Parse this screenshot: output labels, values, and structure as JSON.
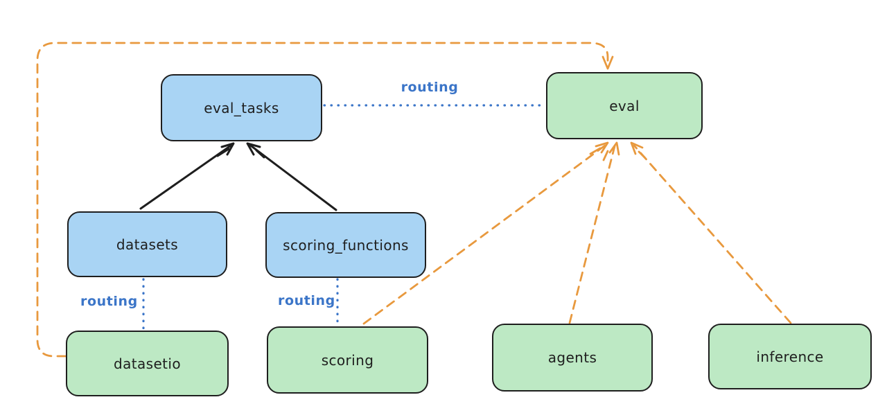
{
  "diagram": {
    "background": "#ffffff",
    "colors": {
      "node_stroke": "#1e1e1e",
      "blue_fill": "#a9d4f4",
      "green_fill": "#bde9c4",
      "solid_arrow": "#1e1e1e",
      "dashed_arrow": "#e8993e",
      "routing_line": "#3b75c8",
      "routing_text": "#3b75c8"
    },
    "nodes": [
      {
        "id": "eval_tasks",
        "label": "eval_tasks",
        "color": "blue"
      },
      {
        "id": "eval",
        "label": "eval",
        "color": "green"
      },
      {
        "id": "datasets",
        "label": "datasets",
        "color": "blue"
      },
      {
        "id": "scoring_functions",
        "label": "scoring_functions",
        "color": "blue"
      },
      {
        "id": "datasetio",
        "label": "datasetio",
        "color": "green"
      },
      {
        "id": "scoring",
        "label": "scoring",
        "color": "green"
      },
      {
        "id": "agents",
        "label": "agents",
        "color": "green"
      },
      {
        "id": "inference",
        "label": "inference",
        "color": "green"
      }
    ],
    "edges": [
      {
        "from": "datasets",
        "to": "eval_tasks",
        "style": "solid-black-arrow",
        "label": ""
      },
      {
        "from": "scoring_functions",
        "to": "eval_tasks",
        "style": "solid-black-arrow",
        "label": ""
      },
      {
        "from": "eval_tasks",
        "to": "eval",
        "style": "dotted-blue",
        "label": "routing"
      },
      {
        "from": "datasets",
        "to": "datasetio",
        "style": "dotted-blue",
        "label": "routing"
      },
      {
        "from": "scoring_functions",
        "to": "scoring",
        "style": "dotted-blue",
        "label": "routing"
      },
      {
        "from": "datasetio",
        "to": "eval",
        "style": "dashed-orange-arrow",
        "label": ""
      },
      {
        "from": "scoring",
        "to": "eval",
        "style": "dashed-orange-arrow",
        "label": ""
      },
      {
        "from": "agents",
        "to": "eval",
        "style": "dashed-orange-arrow",
        "label": ""
      },
      {
        "from": "inference",
        "to": "eval",
        "style": "dashed-orange-arrow",
        "label": ""
      }
    ]
  }
}
